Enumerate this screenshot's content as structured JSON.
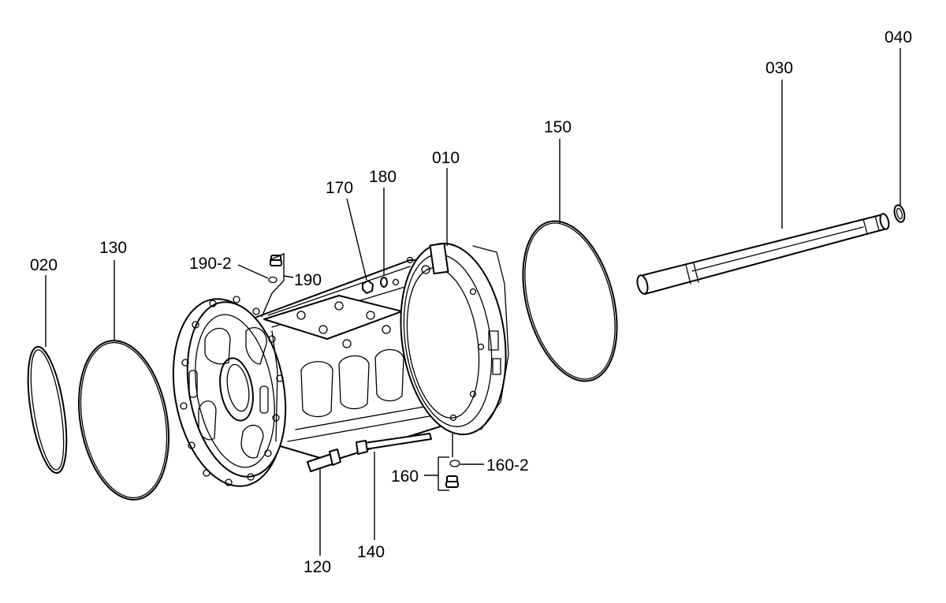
{
  "callouts": {
    "p010": "010",
    "p020": "020",
    "p030": "030",
    "p040": "040",
    "p120": "120",
    "p130": "130",
    "p140": "140",
    "p150": "150",
    "p160": "160",
    "p160_2": "160-2",
    "p170": "170",
    "p180": "180",
    "p190": "190",
    "p190_2": "190-2"
  }
}
